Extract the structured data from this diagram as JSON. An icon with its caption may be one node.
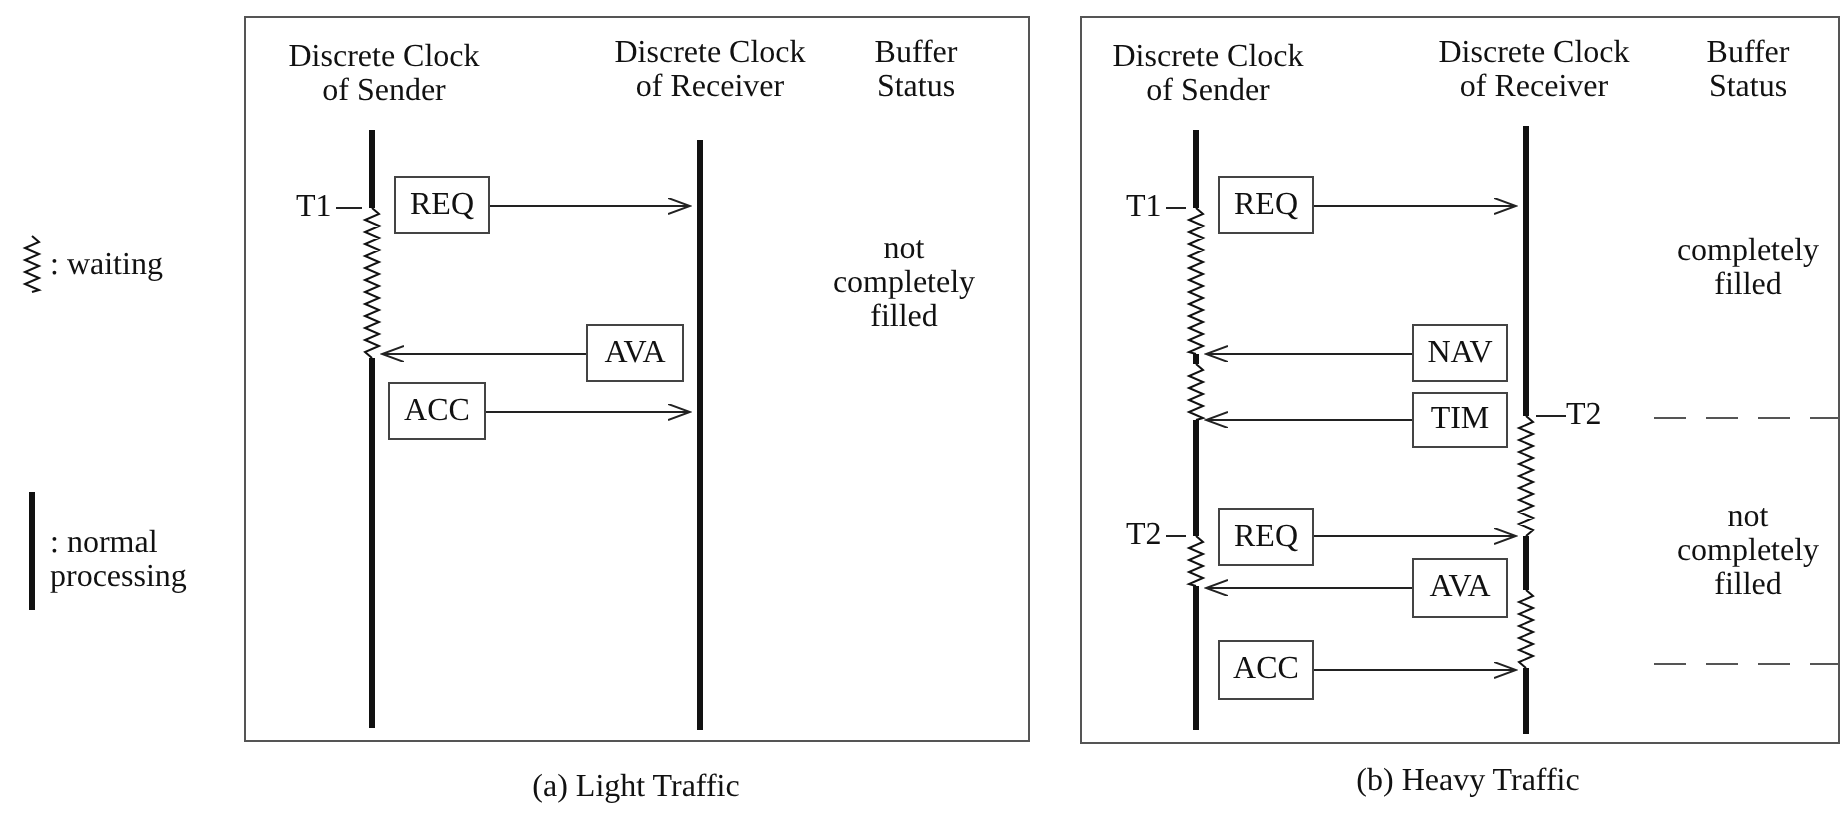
{
  "diagram": {
    "nodes": [
      {
        "text": [],
        "shape": "box",
        "beside": [
          "(a) Light Traffic"
        ]
      },
      {
        "text": [],
        "shape": "bar",
        "in": 0
      },
      {
        "text": [],
        "shape": "bar",
        "in": 0
      },
      {
        "text": [
          "REQ"
        ],
        "in": 0
      },
      {
        "text": [
          "AVA"
        ],
        "in": 0
      },
      {
        "text": [
          "ACC"
        ],
        "in": 0
      },
      {
        "text": [],
        "shape": "box",
        "beside": [
          "(b) Heavy Traffic"
        ]
      },
      {
        "text": [],
        "shape": "bar",
        "in": 6
      },
      {
        "text": [],
        "shape": "bar",
        "in": 6
      },
      {
        "text": [
          "REQ"
        ],
        "in": 6
      },
      {
        "text": [
          "NAV"
        ],
        "in": 6
      },
      {
        "text": [
          "TIM"
        ],
        "in": 6
      },
      {
        "text": [
          "REQ"
        ],
        "in": 6
      },
      {
        "text": [
          "AVA"
        ],
        "in": 6
      },
      {
        "text": [
          "ACC"
        ],
        "in": 6
      },
      {
        "text": [
          "T1"
        ],
        "in": 0
      },
      {
        "text": [
          "T1"
        ],
        "in": 6
      },
      {
        "text": [
          "T2"
        ],
        "in": 6
      },
      {
        "text": [
          "T2"
        ],
        "in": 6
      }
    ],
    "edges": [
      {
        "from": 3,
        "to": 2,
        "arrow": "to"
      },
      {
        "from": 4,
        "to": 1,
        "arrow": "to"
      },
      {
        "from": 5,
        "to": 2,
        "arrow": "to"
      },
      {
        "from": 9,
        "to": 8,
        "arrow": "to"
      },
      {
        "from": 10,
        "to": 7,
        "arrow": "to"
      },
      {
        "from": 11,
        "to": 7,
        "arrow": "to"
      },
      {
        "from": 12,
        "to": 8,
        "arrow": "to"
      },
      {
        "from": 13,
        "to": 7,
        "arrow": "to"
      },
      {
        "from": 14,
        "to": 8,
        "arrow": "to"
      },
      {
        "from": 15,
        "to": 1,
        "arrow": "none"
      },
      {
        "from": 16,
        "to": 7,
        "arrow": "none"
      },
      {
        "from": 17,
        "to": 8,
        "arrow": "none"
      },
      {
        "from": 18,
        "to": 7,
        "arrow": "none"
      }
    ],
    "labels": [
      "Discrete Clock of Sender",
      "Discrete Clock of Receiver",
      "Buffer Status",
      "not completely filled",
      "Discrete Clock of Sender",
      "Discrete Clock of Receiver",
      "Buffer Status",
      "completely filled",
      "not completely filled"
    ],
    "legend": [
      {
        "text": ": waiting"
      },
      {
        "text": ": normal processing"
      }
    ]
  }
}
